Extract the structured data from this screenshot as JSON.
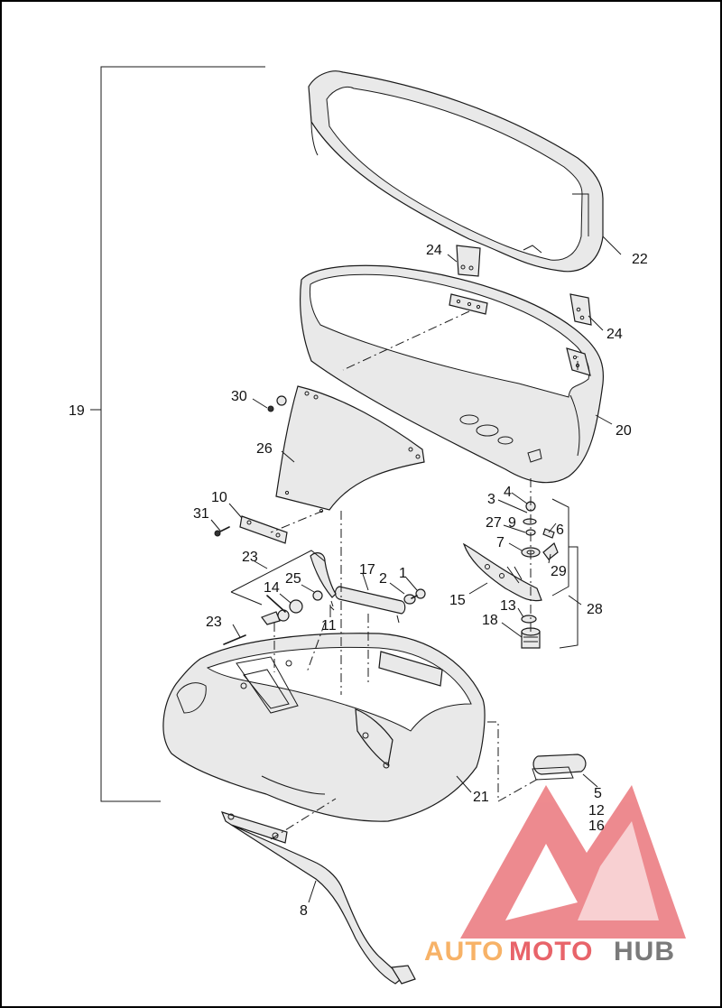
{
  "callouts": {
    "c1": "1",
    "c2": "2",
    "c3": "3",
    "c4": "4",
    "c5": "5",
    "c6": "6",
    "c7": "7",
    "c8": "8",
    "c9": "9",
    "c10": "10",
    "c11": "11",
    "c12": "12",
    "c13": "13",
    "c14": "14",
    "c15": "15",
    "c16": "16",
    "c17": "17",
    "c18": "18",
    "c19": "19",
    "c20": "20",
    "c21": "21",
    "c22": "22",
    "c23a": "23",
    "c23b": "23",
    "c24a": "24",
    "c24b": "24",
    "c25": "25",
    "c26": "26",
    "c27": "27",
    "c28": "28",
    "c29": "29",
    "c30": "30",
    "c31": "31"
  },
  "watermark": {
    "part1": "AUTO",
    "part2": "MOTO",
    "part3": "HUB",
    "color_red": "#e8646a",
    "color_orange": "#f7b267",
    "color_gray": "#7a7a7a"
  }
}
